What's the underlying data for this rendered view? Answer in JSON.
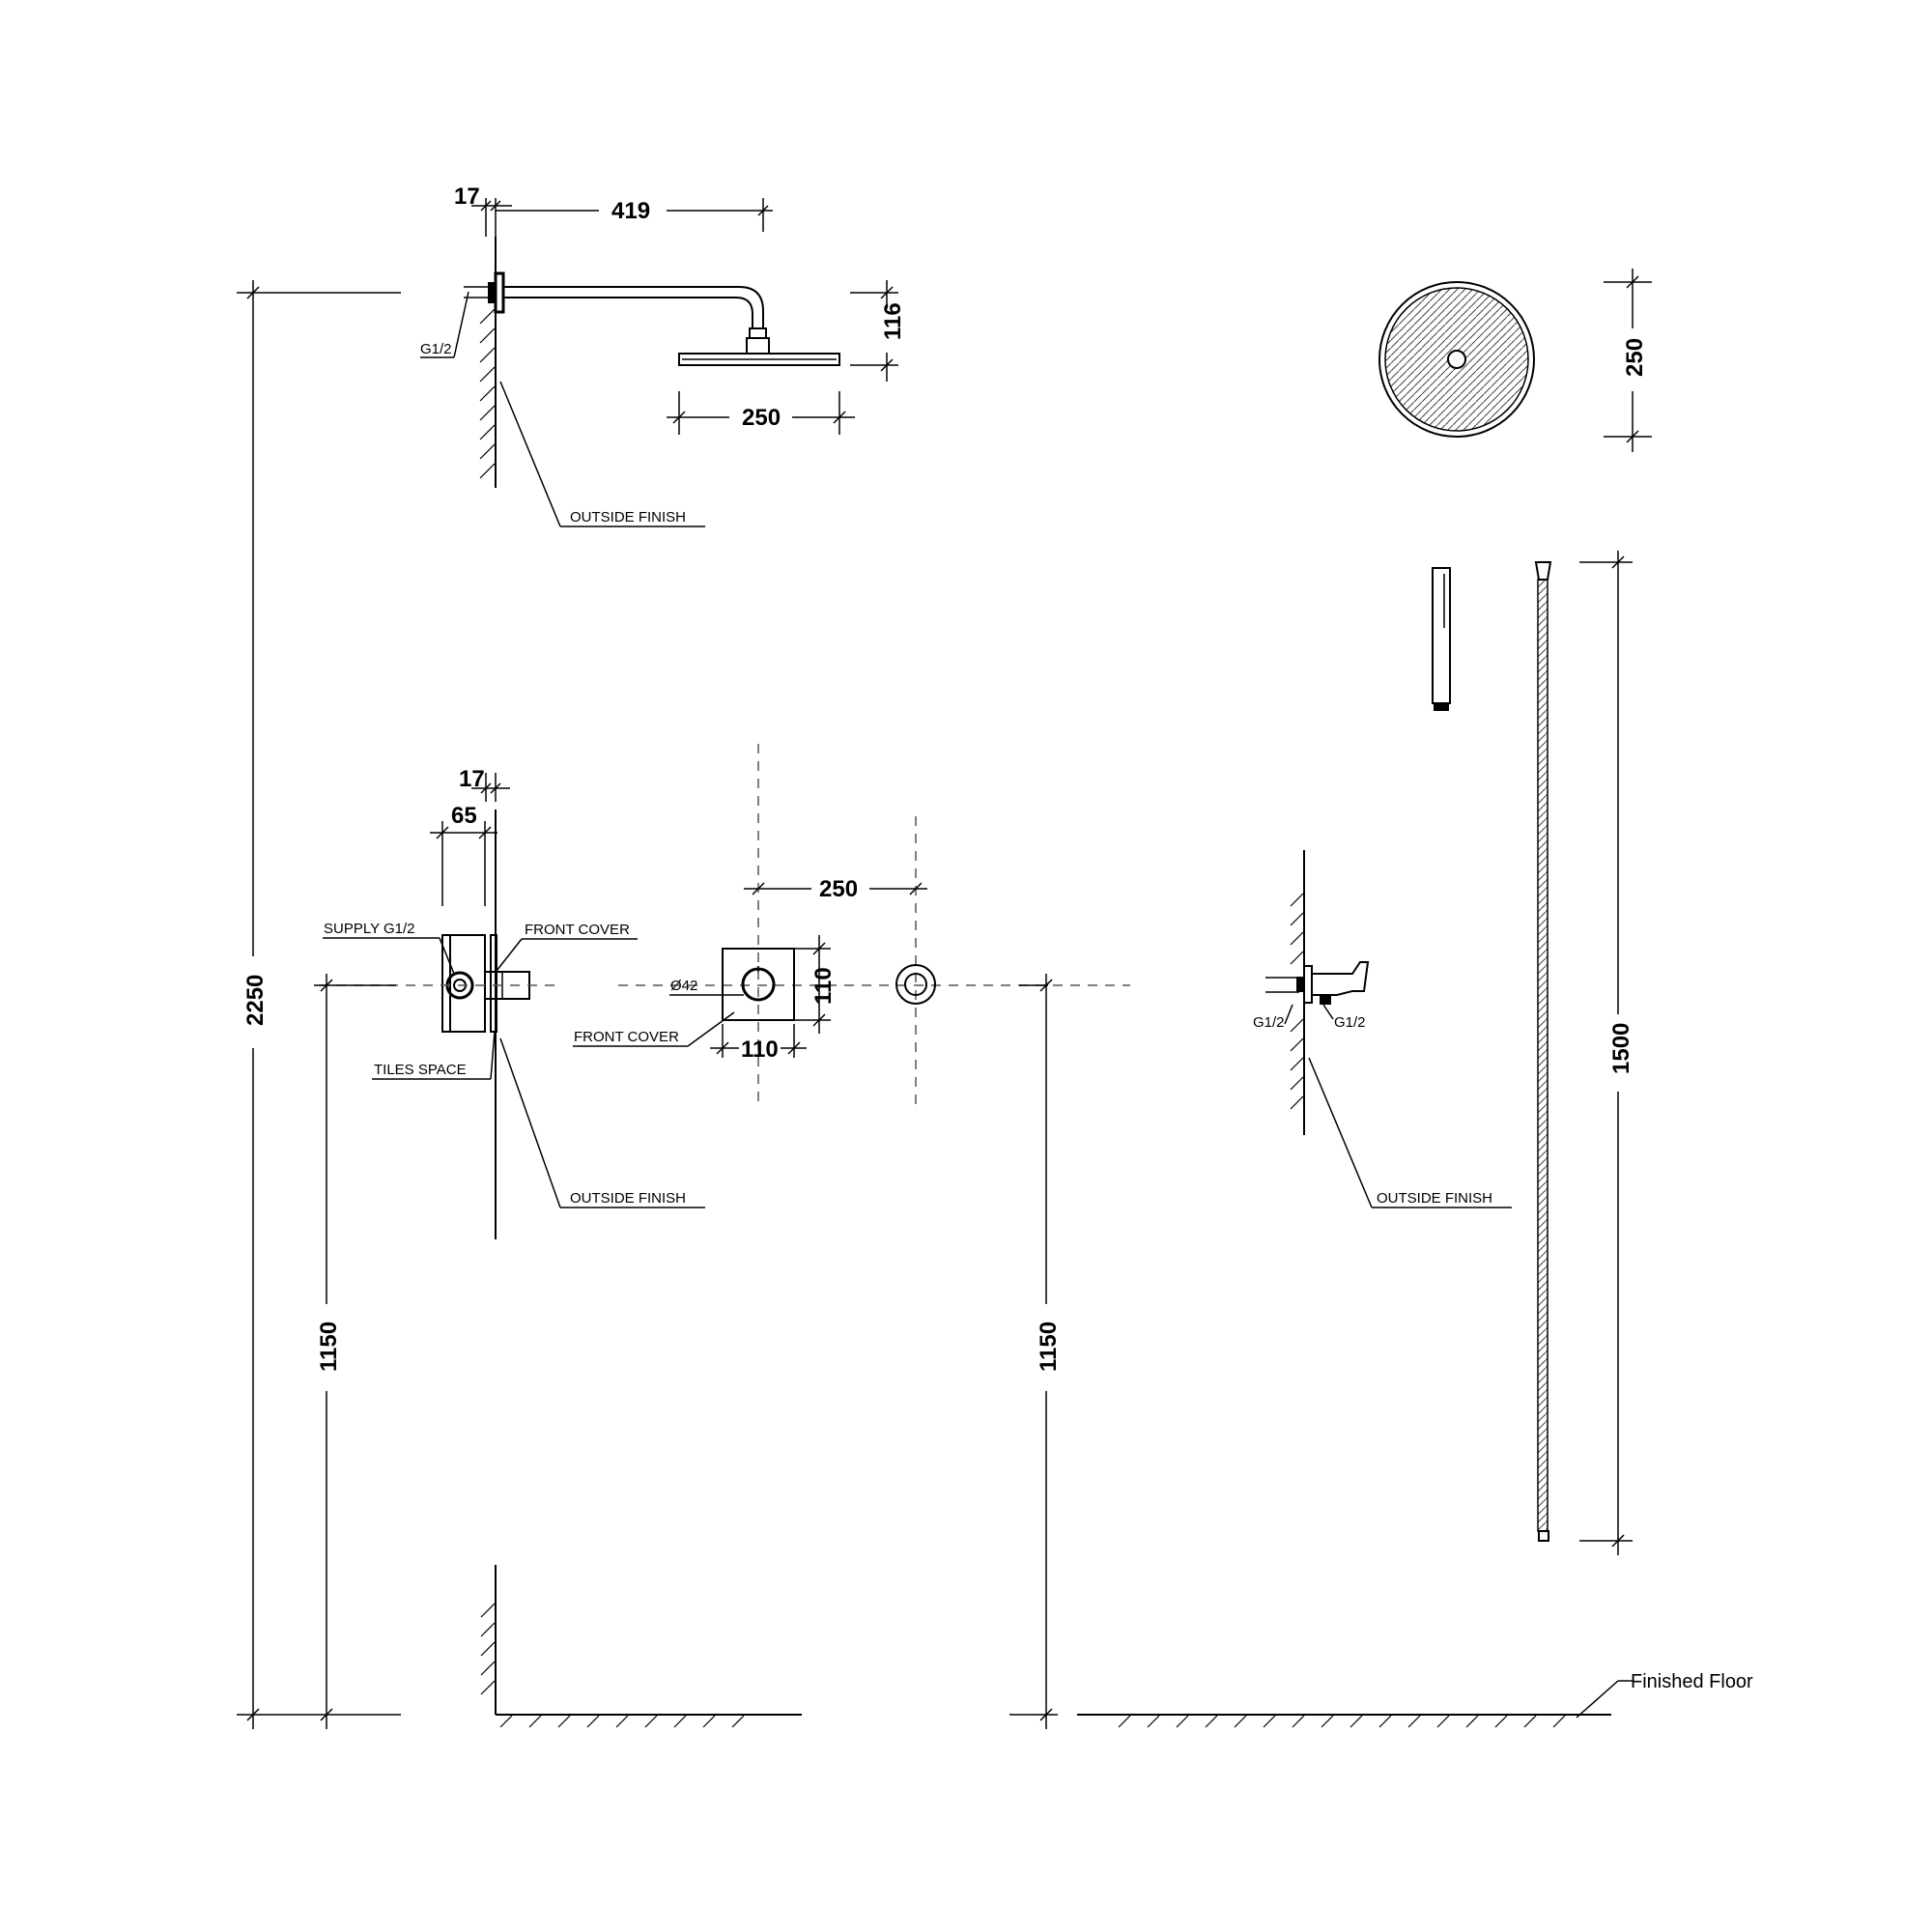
{
  "dimensions": {
    "arm_plate": "17",
    "arm_length": "419",
    "head_height": "116",
    "head_width": "250",
    "head_diameter": "250",
    "hose_length": "1500",
    "total_height": "2250",
    "mixer_height_left": "1150",
    "mixer_height_mid": "1150",
    "box_plate": "17",
    "box_depth": "65",
    "spacing": "250",
    "cover_height": "110",
    "cover_width": "110",
    "knob_diameter": "Ø42"
  },
  "labels": {
    "g12_arm": "G1/2",
    "outside_finish_top": "OUTSIDE FINISH",
    "supply": "SUPPLY G1/2",
    "front_cover_side": "FRONT COVER",
    "front_cover_front": "FRONT COVER",
    "tiles_space": "TILES SPACE",
    "outside_finish_mid": "OUTSIDE FINISH",
    "g12_holder_left": "G1/2",
    "g12_holder_right": "G1/2",
    "outside_finish_right": "OUTSIDE FINISH",
    "finished_floor": "Finished Floor"
  }
}
